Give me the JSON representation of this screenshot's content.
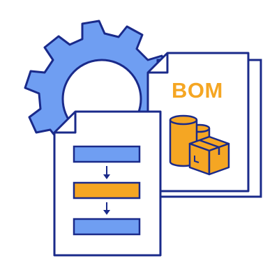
{
  "illustration": {
    "bom_document": {
      "heading": "BOM"
    }
  },
  "colors": {
    "outline": "#1a2a8a",
    "gear_fill": "#6f9ef2",
    "block_blue": "#6f9ef2",
    "accent_orange": "#f5a623",
    "paper": "#ffffff"
  },
  "icons": [
    "gear-icon",
    "bom-document",
    "process-flow-document",
    "cylinders-icon",
    "box-icon",
    "arrow-down-icon"
  ]
}
